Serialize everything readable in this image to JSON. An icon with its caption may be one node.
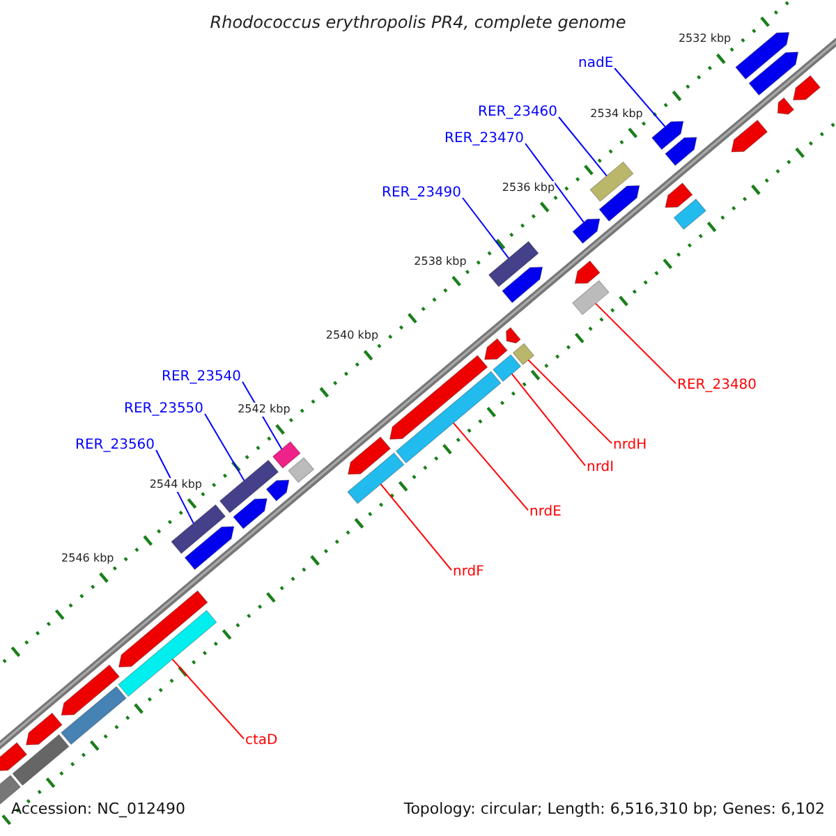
{
  "diagram": {
    "title": "Rhodococcus erythropolis PR4, complete genome",
    "nodes": [
      {
        "text": [
          "nadE"
        ]
      },
      {
        "text": [
          "RER_23460"
        ]
      },
      {
        "text": [
          "RER_23470"
        ]
      },
      {
        "text": [
          "RER_23490"
        ]
      },
      {
        "text": [
          "RER_23540"
        ]
      },
      {
        "text": [
          "RER_23550"
        ]
      },
      {
        "text": [
          "RER_23560"
        ]
      },
      {
        "text": [
          "RER_23480"
        ]
      },
      {
        "text": [
          "nrdH"
        ]
      },
      {
        "text": [
          "nrdI"
        ]
      },
      {
        "text": [
          "nrdE"
        ]
      },
      {
        "text": [
          "nrdF"
        ]
      },
      {
        "text": [
          "ctaD"
        ]
      },
      {
        "text": [],
        "shape": "bar"
      },
      {
        "text": [],
        "shape": "bar"
      },
      {
        "text": [],
        "shape": "bar"
      },
      {
        "text": [],
        "shape": "bar"
      },
      {
        "text": [],
        "shape": "bar"
      },
      {
        "text": [],
        "shape": "bar"
      },
      {
        "text": [],
        "shape": "bar"
      },
      {
        "text": [],
        "shape": "bar"
      },
      {
        "text": [],
        "shape": "bar"
      },
      {
        "text": [],
        "shape": "bar"
      },
      {
        "text": [],
        "shape": "bar"
      },
      {
        "text": [],
        "shape": "bar"
      },
      {
        "text": [],
        "shape": "bar"
      },
      {
        "text": [],
        "shape": "bar"
      },
      {
        "text": [],
        "shape": "bar"
      },
      {
        "text": [],
        "shape": "bar"
      },
      {
        "text": [],
        "shape": "bar"
      },
      {
        "text": [],
        "shape": "bar"
      },
      {
        "text": [],
        "shape": "bar"
      },
      {
        "text": [],
        "shape": "bar"
      },
      {
        "text": [],
        "shape": "bar"
      },
      {
        "text": [],
        "shape": "bar"
      },
      {
        "text": [],
        "shape": "bar"
      },
      {
        "text": [],
        "shape": "bar"
      },
      {
        "text": [],
        "shape": "bar"
      },
      {
        "text": [],
        "shape": "bar"
      },
      {
        "text": [],
        "shape": "bar"
      },
      {
        "text": [],
        "shape": "bar"
      },
      {
        "text": [],
        "shape": "bar"
      },
      {
        "text": [],
        "shape": "bar"
      },
      {
        "text": [],
        "shape": "bar"
      },
      {
        "text": [],
        "shape": "bar"
      },
      {
        "text": [],
        "shape": "bar"
      },
      {
        "text": [],
        "shape": "bar"
      },
      {
        "text": [],
        "shape": "bar"
      },
      {
        "text": [],
        "shape": "bar"
      },
      {
        "text": [],
        "shape": "bar"
      },
      {
        "text": [],
        "shape": "bar"
      },
      {
        "text": [],
        "shape": "bar"
      }
    ],
    "edges": [
      {
        "from": 0,
        "to": 18,
        "arrow": "none"
      },
      {
        "from": 1,
        "to": 22,
        "arrow": "none"
      },
      {
        "from": 2,
        "to": 24,
        "arrow": "none"
      },
      {
        "from": 3,
        "to": 27,
        "arrow": "none"
      },
      {
        "from": 4,
        "to": 37,
        "arrow": "none"
      },
      {
        "from": 5,
        "to": 40,
        "arrow": "none"
      },
      {
        "from": 6,
        "to": 42,
        "arrow": "none"
      },
      {
        "from": 7,
        "to": 26,
        "arrow": "none",
        "color": "#ff0000"
      },
      {
        "from": 8,
        "to": 30,
        "arrow": "none",
        "color": "#ff0000"
      },
      {
        "from": 9,
        "to": 32,
        "arrow": "none",
        "color": "#ff0000"
      },
      {
        "from": 10,
        "to": 34,
        "arrow": "none",
        "color": "#ff0000"
      },
      {
        "from": 11,
        "to": 36,
        "arrow": "none",
        "color": "#ff0000"
      },
      {
        "from": 12,
        "to": 45,
        "arrow": "none",
        "color": "#ff0000"
      }
    ],
    "labels": [
      "2532 kbp",
      "2534 kbp",
      "2536 kbp",
      "2538 kbp",
      "2540 kbp",
      "2542 kbp",
      "2544 kbp",
      "2546 kbp",
      "Accession: NC_012490",
      "Topology: circular; Length: 6,516,310 bp; Genes: 6,102"
    ]
  }
}
